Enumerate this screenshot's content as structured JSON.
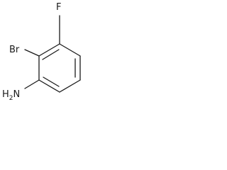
{
  "molecule": {
    "atoms": {
      "fluorine": "F",
      "bromine": "Br",
      "amine_nitrogen": "N",
      "amine_hydrogen": "H",
      "amine_hydrogen_count": "2"
    }
  }
}
